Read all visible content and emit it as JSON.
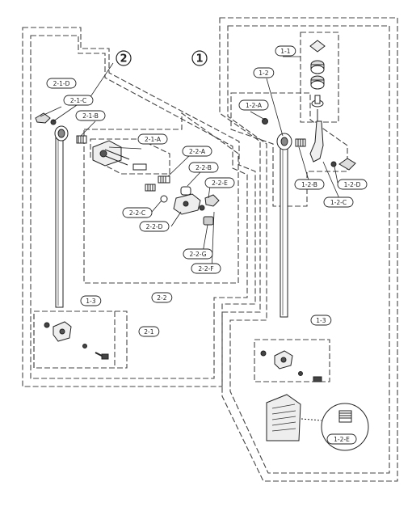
{
  "assemblies": [
    {
      "id": "1",
      "label": "1"
    },
    {
      "id": "2",
      "label": "2"
    }
  ],
  "parts": [
    {
      "id": "1-1",
      "label": "1-1"
    },
    {
      "id": "1-2",
      "label": "1-2"
    },
    {
      "id": "1-2-A",
      "label": "1-2-A"
    },
    {
      "id": "1-2-B",
      "label": "1-2-B"
    },
    {
      "id": "1-2-C",
      "label": "1-2-C"
    },
    {
      "id": "1-2-D",
      "label": "1-2-D"
    },
    {
      "id": "1-2-E",
      "label": "1-2-E"
    },
    {
      "id": "1-3-right",
      "label": "1-3"
    },
    {
      "id": "1-3-left",
      "label": "1-3"
    },
    {
      "id": "2-1",
      "label": "2-1"
    },
    {
      "id": "2-1-A",
      "label": "2-1-A"
    },
    {
      "id": "2-1-B",
      "label": "2-1-B"
    },
    {
      "id": "2-1-C",
      "label": "2-1-C"
    },
    {
      "id": "2-1-D",
      "label": "2-1-D"
    },
    {
      "id": "2-2",
      "label": "2-2"
    },
    {
      "id": "2-2-A",
      "label": "2-2-A"
    },
    {
      "id": "2-2-B",
      "label": "2-2-B"
    },
    {
      "id": "2-2-C",
      "label": "2-2-C"
    },
    {
      "id": "2-2-D",
      "label": "2-2-D"
    },
    {
      "id": "2-2-E",
      "label": "2-2-E"
    },
    {
      "id": "2-2-F",
      "label": "2-2-F"
    },
    {
      "id": "2-2-G",
      "label": "2-2-G"
    }
  ]
}
